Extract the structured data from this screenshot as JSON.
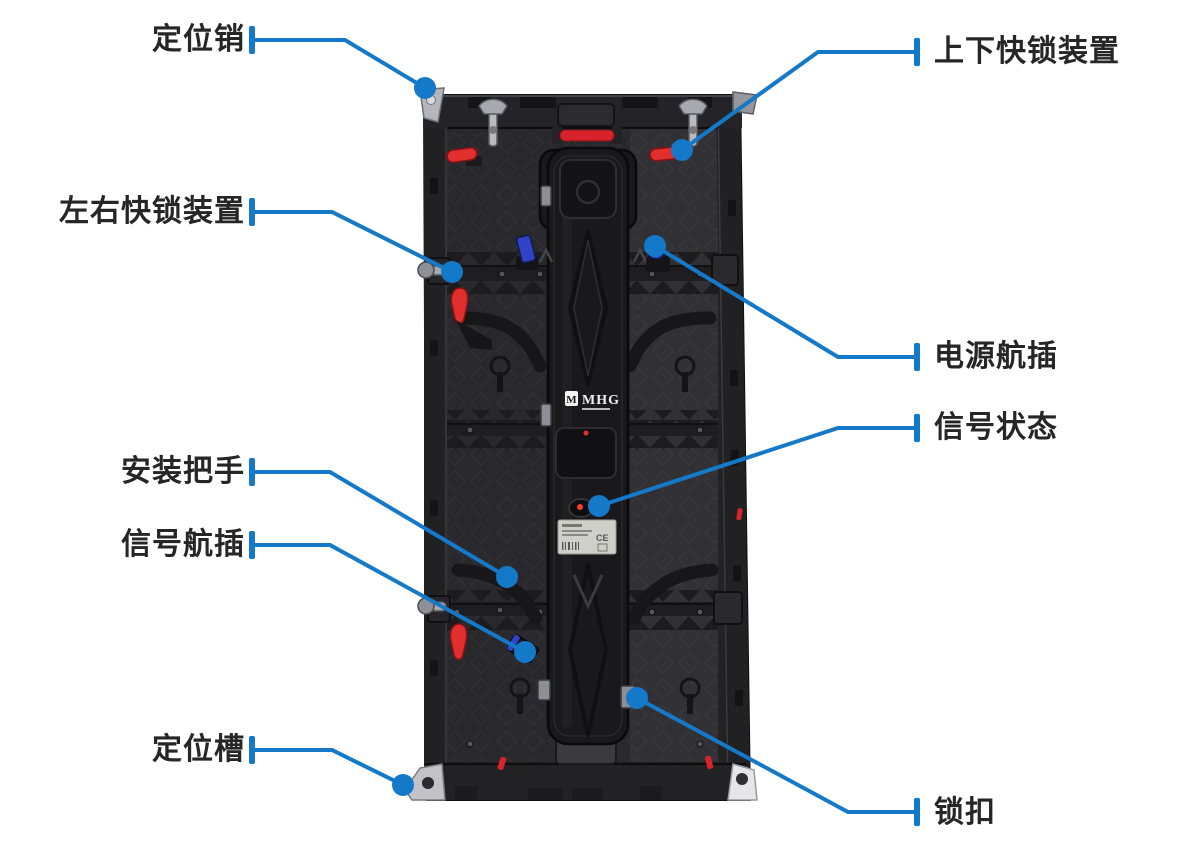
{
  "callouts": [
    {
      "id": "positioning-pin",
      "label": "定位销",
      "side": "left"
    },
    {
      "id": "top-bottom-quick-lock",
      "label": "上下快锁装置",
      "side": "right"
    },
    {
      "id": "left-right-quick-lock",
      "label": "左右快锁装置",
      "side": "left"
    },
    {
      "id": "power-connector",
      "label": "电源航插",
      "side": "right"
    },
    {
      "id": "signal-status",
      "label": "信号状态",
      "side": "right"
    },
    {
      "id": "mounting-handle",
      "label": "安装把手",
      "side": "left"
    },
    {
      "id": "signal-connector",
      "label": "信号航插",
      "side": "left"
    },
    {
      "id": "positioning-slot",
      "label": "定位槽",
      "side": "left"
    },
    {
      "id": "latch-buckle",
      "label": "锁扣",
      "side": "right"
    }
  ],
  "panel": {
    "logo_icon": "M",
    "logo": "MHG",
    "certification": "CE"
  },
  "colors": {
    "leader": "#1479c8",
    "label_text": "#262626",
    "red_accent": "#d8232a",
    "connector_blue": "#3042c8",
    "panel_body": "#29292d",
    "panel_spine": "#19191c",
    "metal": "#b5b5bc",
    "background": "#ffffff"
  }
}
